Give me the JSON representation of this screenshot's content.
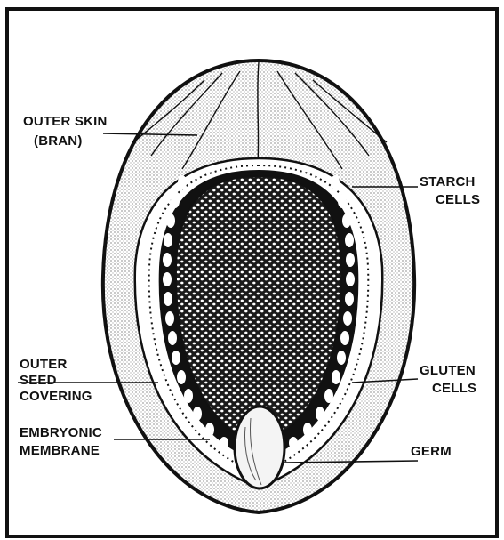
{
  "labels": {
    "outer_skin": [
      "OUTER SKIN",
      "(BRAN)"
    ],
    "starch_cells": [
      "STARCH",
      "CELLS"
    ],
    "outer_seed_covering": [
      "OUTER",
      "SEED",
      "COVERING"
    ],
    "gluten_cells": [
      "GLUTEN",
      "CELLS"
    ],
    "embryonic_membrane": [
      "EMBRYONIC",
      "MEMBRANE"
    ],
    "germ": [
      "GERM"
    ]
  },
  "colors": {
    "ink": "#111111",
    "paper": "#ffffff",
    "bran_stipple": "#e6e6e6"
  }
}
